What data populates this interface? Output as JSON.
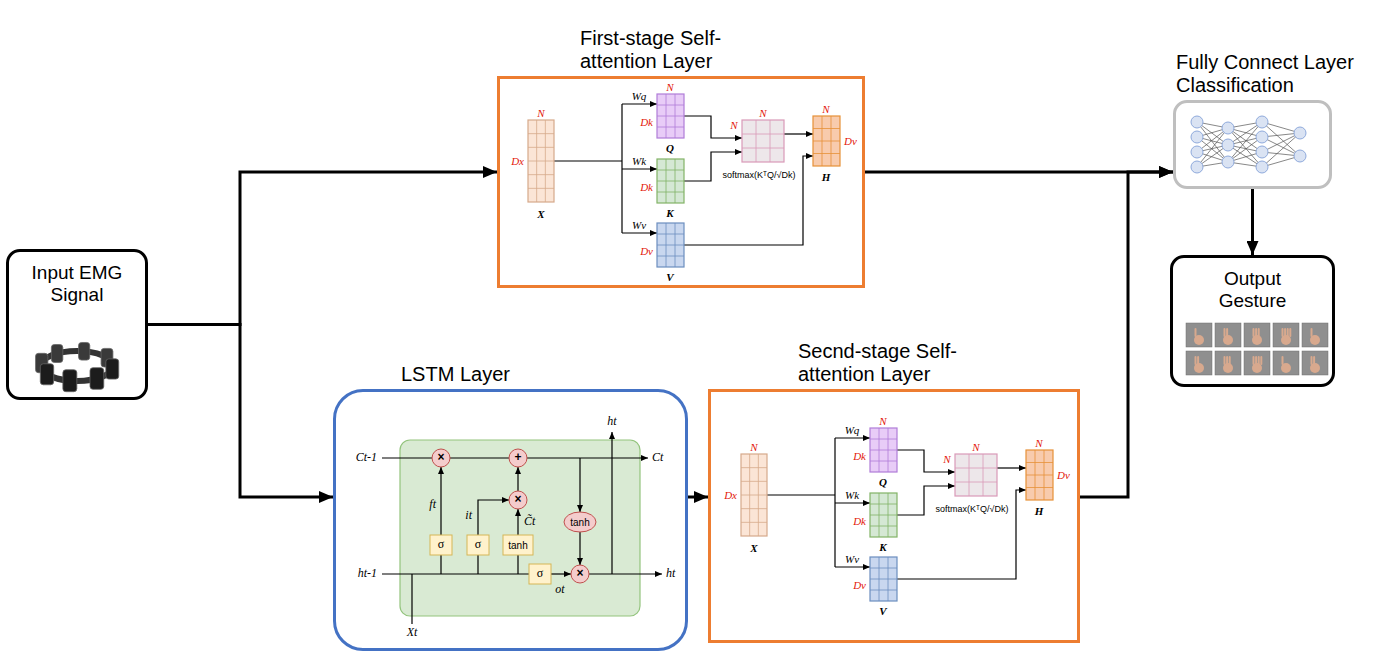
{
  "diagram": {
    "nodes": [
      {
        "text": [
          "Input EMG Signal"
        ]
      },
      {
        "text": [
          "First-stage Self-attention Layer"
        ]
      },
      {
        "text": [
          "LSTM Layer"
        ]
      },
      {
        "text": [
          "Secnd-stage Self-attention Layer"
        ]
      },
      {
        "text": [
          "Fully Connect Layer Classification"
        ]
      },
      {
        "text": [
          "Output Gesture"
        ]
      }
    ],
    "edges": [
      {
        "from": 0,
        "to": 1,
        "arrow": "to"
      },
      {
        "from": 0,
        "to": 2,
        "arrow": "to"
      },
      {
        "from": 2,
        "to": 3,
        "arrow": "to"
      },
      {
        "from": 1,
        "to": 4,
        "arrow": "to"
      },
      {
        "from": 3,
        "to": 4,
        "arrow": "to"
      },
      {
        "from": 4,
        "to": 5,
        "arrow": "to"
      }
    ],
    "labels": [
      "N",
      "Dx",
      "X",
      "Wq",
      "Wk",
      "Wv",
      "N",
      "Dk",
      "Q",
      "Dk",
      "K",
      "Dv",
      "V",
      "N",
      "N",
      "softmax(KᵀQ/√Dk)",
      "N",
      "Dv",
      "H",
      "Ct-1",
      "ht-1",
      "Xt",
      "ft",
      "it",
      "C̃t",
      "σ",
      "σ",
      "tanh",
      "σ",
      "ot",
      "tanh",
      "×",
      "+",
      "×",
      "×",
      "Ct",
      "ht",
      "ht",
      "N",
      "Dx",
      "X",
      "Wq",
      "Wk",
      "Wv",
      "N",
      "Dk",
      "Q",
      "Dk",
      "K",
      "Dv",
      "V",
      "N",
      "N",
      "softmax(KᵀQ/√Dk)",
      "N",
      "Dv",
      "H"
    ]
  }
}
